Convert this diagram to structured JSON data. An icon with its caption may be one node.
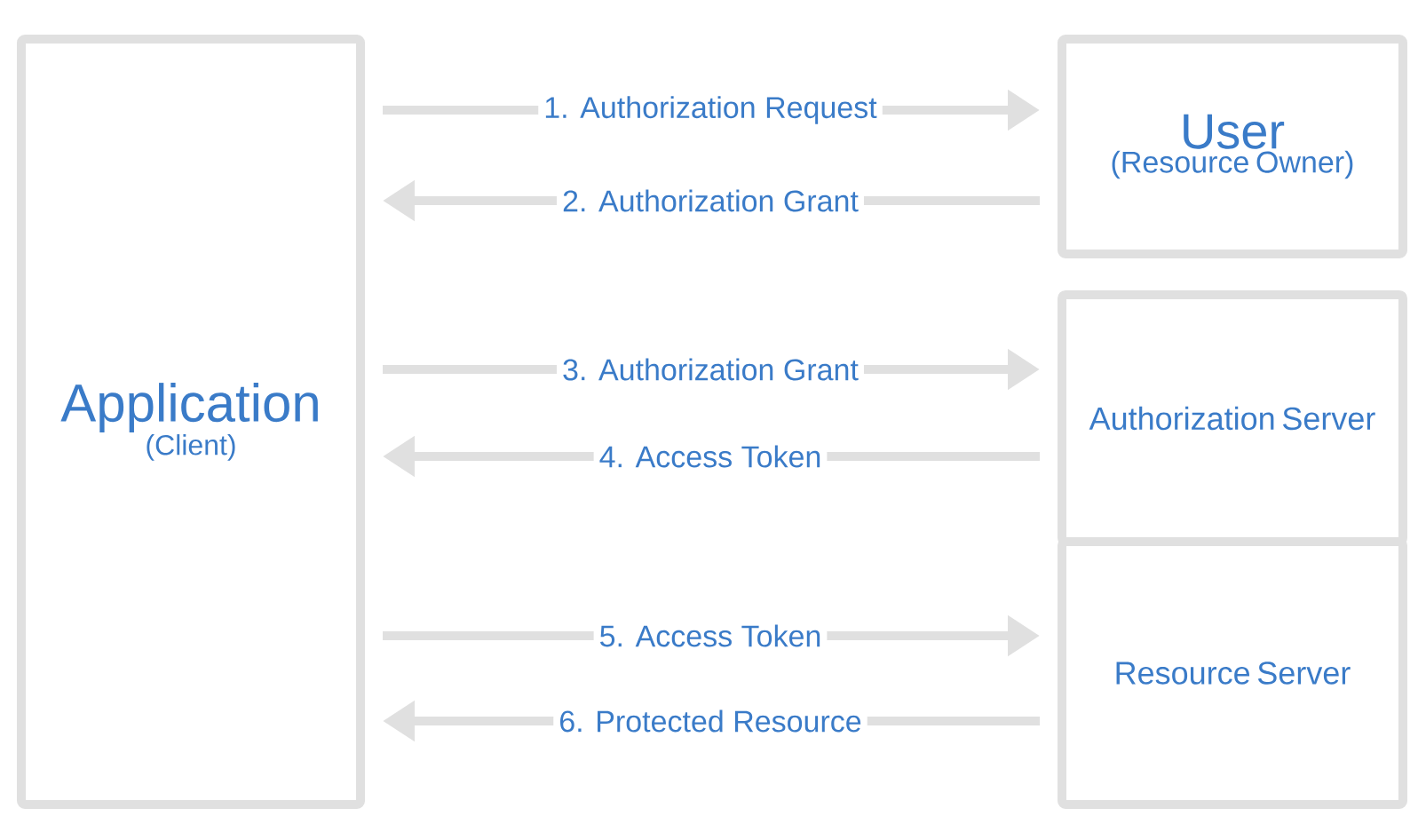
{
  "diagram": {
    "nodes": [
      {
        "text": [
          "Application",
          "(Client)"
        ]
      },
      {
        "text": [
          "User",
          "(Resource Owner)"
        ]
      },
      {
        "text": [
          "Authorization Server"
        ]
      },
      {
        "text": [
          "Resource Server"
        ]
      }
    ],
    "edges": [
      {
        "from": 0,
        "to": 1,
        "arrow": "to",
        "label": "1. Authorization Request"
      },
      {
        "from": 1,
        "to": 0,
        "arrow": "to",
        "label": "2. Authorization Grant"
      },
      {
        "from": 0,
        "to": 2,
        "arrow": "to",
        "label": "3. Authorization Grant"
      },
      {
        "from": 2,
        "to": 0,
        "arrow": "to",
        "label": "4. Access Token"
      },
      {
        "from": 0,
        "to": 3,
        "arrow": "to",
        "label": "5. Access Token"
      },
      {
        "from": 3,
        "to": 0,
        "arrow": "to",
        "label": "6. Protected Resource"
      }
    ]
  }
}
